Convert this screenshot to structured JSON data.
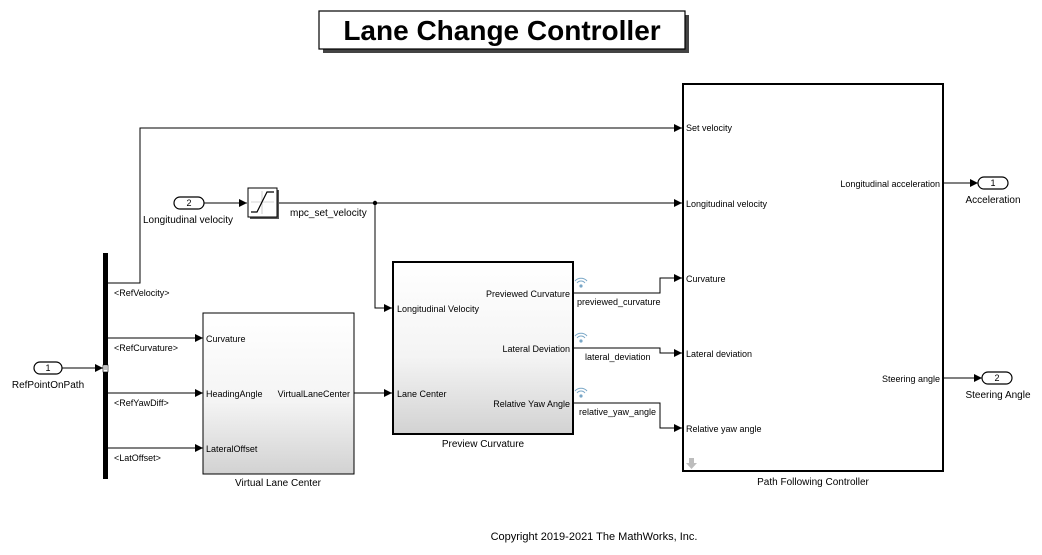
{
  "title": "Lane Change Controller",
  "copyright": "Copyright 2019-2021 The MathWorks, Inc.",
  "inports": [
    {
      "number": "1",
      "label": "RefPointOnPath"
    },
    {
      "number": "2",
      "label": "Longitudinal velocity"
    }
  ],
  "outports": [
    {
      "number": "1",
      "label": "Acceleration"
    },
    {
      "number": "2",
      "label": "Steering Angle"
    }
  ],
  "bus_selector": {
    "outputs": [
      "<RefVelocity>",
      "<RefCurvature>",
      "<RefYawDiff>",
      "<LatOffset>"
    ]
  },
  "signals": {
    "mpc_set_velocity": "mpc_set_velocity",
    "previewed_curvature": "previewed_curvature",
    "lateral_deviation": "lateral_deviation",
    "relative_yaw_angle": "relative_yaw_angle"
  },
  "virtual_lane_center": {
    "name": "Virtual Lane Center",
    "inputs": [
      "Curvature",
      "HeadingAngle",
      "LateralOffset"
    ],
    "output": "VirtualLaneCenter"
  },
  "preview_curvature": {
    "name": "Preview Curvature",
    "inputs": [
      "Longitudinal Velocity",
      "Lane Center"
    ],
    "outputs": [
      "Previewed Curvature",
      "Lateral Deviation",
      "Relative Yaw Angle"
    ]
  },
  "path_following": {
    "name": "Path Following Controller",
    "inputs": [
      "Set velocity",
      "Longitudinal velocity",
      "Curvature",
      "Lateral deviation",
      "Relative yaw angle"
    ],
    "outputs": [
      "Longitudinal acceleration",
      "Steering angle"
    ]
  },
  "colors": {
    "block_gradient_top": "#ffffff",
    "block_gradient_bottom": "#d4d4d4",
    "log_indicator": "#7aa7c7"
  }
}
